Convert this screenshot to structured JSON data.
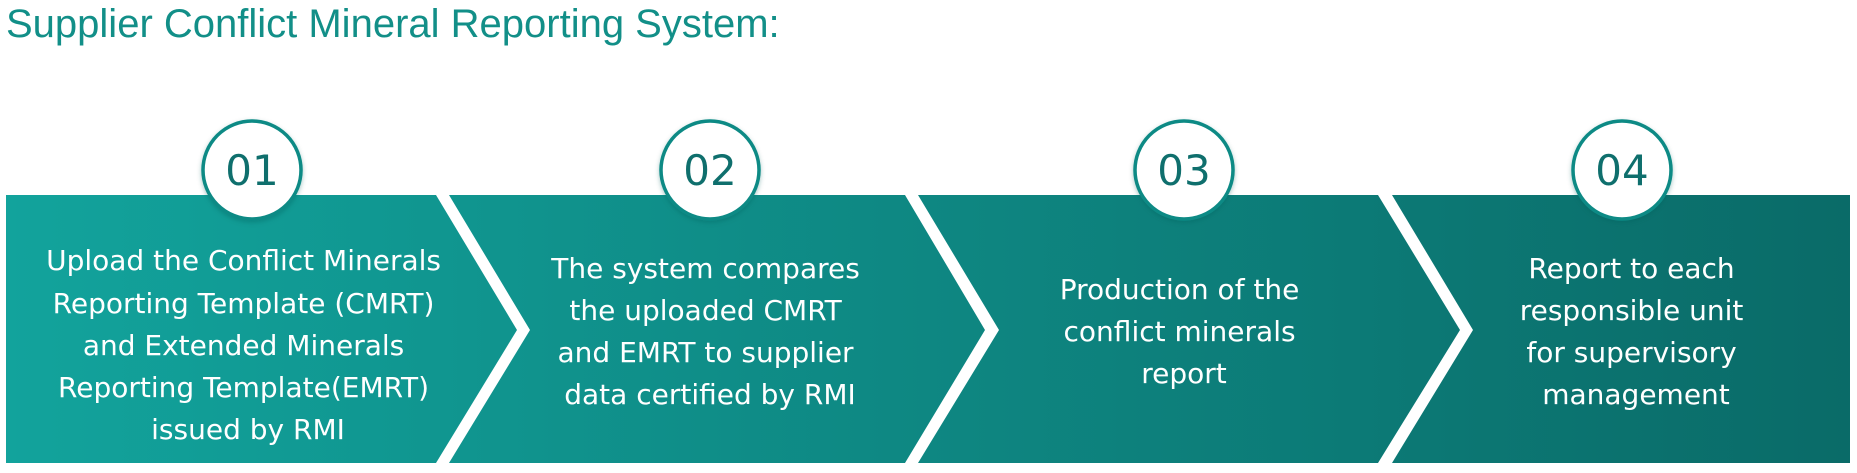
{
  "title": "Supplier Conflict Mineral Reporting System:",
  "colors": {
    "title": "#128f88",
    "step_gradient_start": "#12a39c",
    "step_gradient_end": "#0a6b68",
    "badge_border": "#0e8a85",
    "badge_number": "#0f6f6d",
    "step_text": "#ffffff"
  },
  "steps": [
    {
      "number": "01",
      "lines": [
        "Upload the Conflict Minerals",
        "Reporting Template (CMRT)",
        "and Extended Minerals",
        "Reporting Template(EMRT)",
        "issued by RMI"
      ]
    },
    {
      "number": "02",
      "lines": [
        "The system compares",
        "the uploaded CMRT",
        "and EMRT to supplier",
        "data certified by RMI"
      ]
    },
    {
      "number": "03",
      "lines": [
        "Production of the",
        "conflict minerals",
        "report"
      ]
    },
    {
      "number": "04",
      "lines": [
        "Report to each",
        "responsible unit",
        "for supervisory",
        "management"
      ]
    }
  ]
}
